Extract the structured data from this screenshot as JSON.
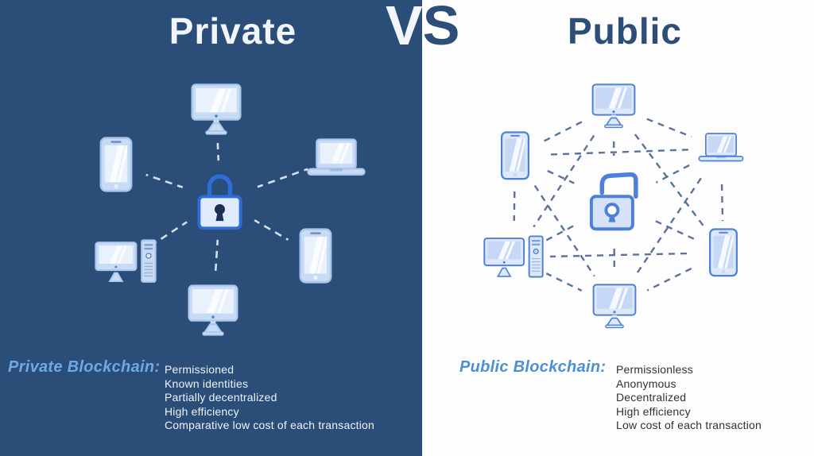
{
  "vs": {
    "v": "V",
    "s": "S"
  },
  "left_panel": {
    "heading": "Private",
    "label": "Private Blockchain:",
    "items": [
      "Permissioned",
      "Known identities",
      "Partially decentralized",
      "High efficiency",
      "Comparative low cost of each transaction"
    ],
    "topology": "hub-and-spoke",
    "lock_state": "locked",
    "devices": [
      "monitor",
      "smartphone",
      "laptop",
      "desktop-computer",
      "smartphone",
      "monitor"
    ]
  },
  "right_panel": {
    "heading": "Public",
    "label": "Public Blockchain:",
    "items": [
      "Permissionless",
      "Anonymous",
      "Decentralized",
      "High efficiency",
      "Low cost of each transaction"
    ],
    "topology": "full-mesh",
    "lock_state": "unlocked",
    "devices": [
      "monitor",
      "smartphone",
      "laptop",
      "desktop-computer",
      "smartphone",
      "monitor"
    ]
  },
  "theme": {
    "left_bg": "#2b4e79",
    "left_text": "#eef3f9",
    "left_label": "#6ea9e3",
    "left_line": "#e4ecf4",
    "right_bg": "#fdfdfd",
    "right_text": "#2e3237",
    "right_label": "#4b90d7",
    "right_line": "#4a6590",
    "title_light": "#f2f6fb",
    "title_dark": "#2d4f77",
    "accent_blue": "#4d80d6",
    "lock_dark": "#2e6cd8",
    "keyhole_navy": "#1d3054"
  }
}
